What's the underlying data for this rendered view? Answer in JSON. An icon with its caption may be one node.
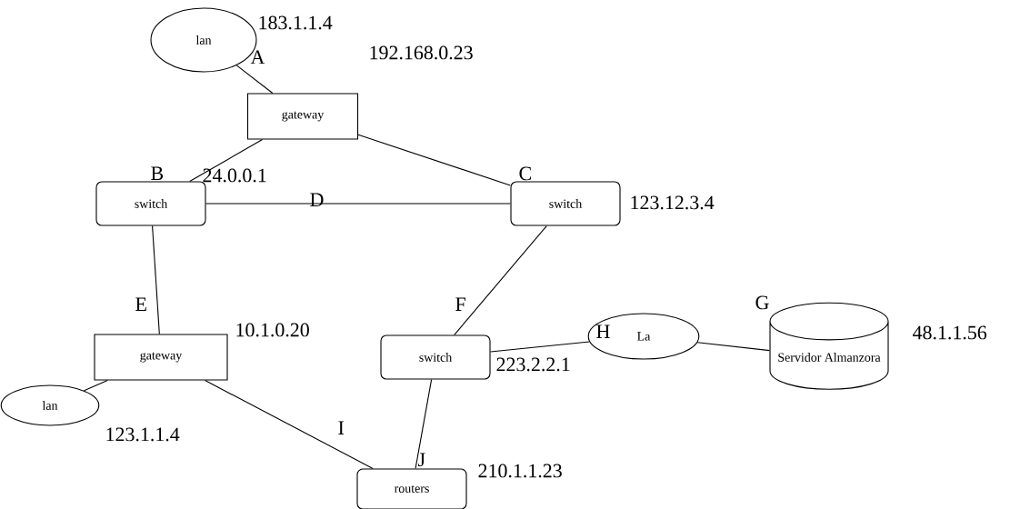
{
  "diagram": {
    "nodes": [
      {
        "text": [
          "lan"
        ],
        "beside": [
          "183.1.1.4"
        ]
      },
      {
        "text": [
          "gateway"
        ],
        "beside": [
          "192.168.0.23"
        ]
      },
      {
        "text": [
          "switch"
        ]
      },
      {
        "text": [
          "switch"
        ],
        "beside": [
          "123.12.3.4"
        ]
      },
      {
        "text": [
          "gateway"
        ],
        "beside": [
          "10.1.0.20"
        ]
      },
      {
        "text": [
          "switch"
        ],
        "beside": [
          "223.2.2.1"
        ]
      },
      {
        "text": [
          "La"
        ]
      },
      {
        "text": [
          "Servidor Almanzora"
        ],
        "beside": [
          "48.1.1.56"
        ]
      },
      {
        "text": [
          "lan"
        ],
        "beside": [
          "123.1.1.4"
        ]
      },
      {
        "text": [
          "routers"
        ],
        "beside": [
          "210.1.1.23"
        ]
      }
    ],
    "edges": [
      {
        "from": 0,
        "to": 1,
        "arrow": "none",
        "label": "A"
      },
      {
        "from": 1,
        "to": 2,
        "arrow": "none",
        "label": "B"
      },
      {
        "from": 1,
        "to": 3,
        "arrow": "none",
        "label": "C"
      },
      {
        "from": 2,
        "to": 3,
        "arrow": "none",
        "label": "D"
      },
      {
        "from": 2,
        "to": 4,
        "arrow": "none",
        "label": "E"
      },
      {
        "from": 3,
        "to": 5,
        "arrow": "none",
        "label": "F"
      },
      {
        "from": 6,
        "to": 7,
        "arrow": "none",
        "label": "G"
      },
      {
        "from": 5,
        "to": 6,
        "arrow": "none",
        "label": "H"
      },
      {
        "from": 4,
        "to": 9,
        "arrow": "none",
        "label": "I"
      },
      {
        "from": 5,
        "to": 9,
        "arrow": "none",
        "label": "J"
      },
      {
        "from": 8,
        "to": 4,
        "arrow": "none"
      }
    ],
    "labels": [
      "24.0.0.1"
    ]
  }
}
